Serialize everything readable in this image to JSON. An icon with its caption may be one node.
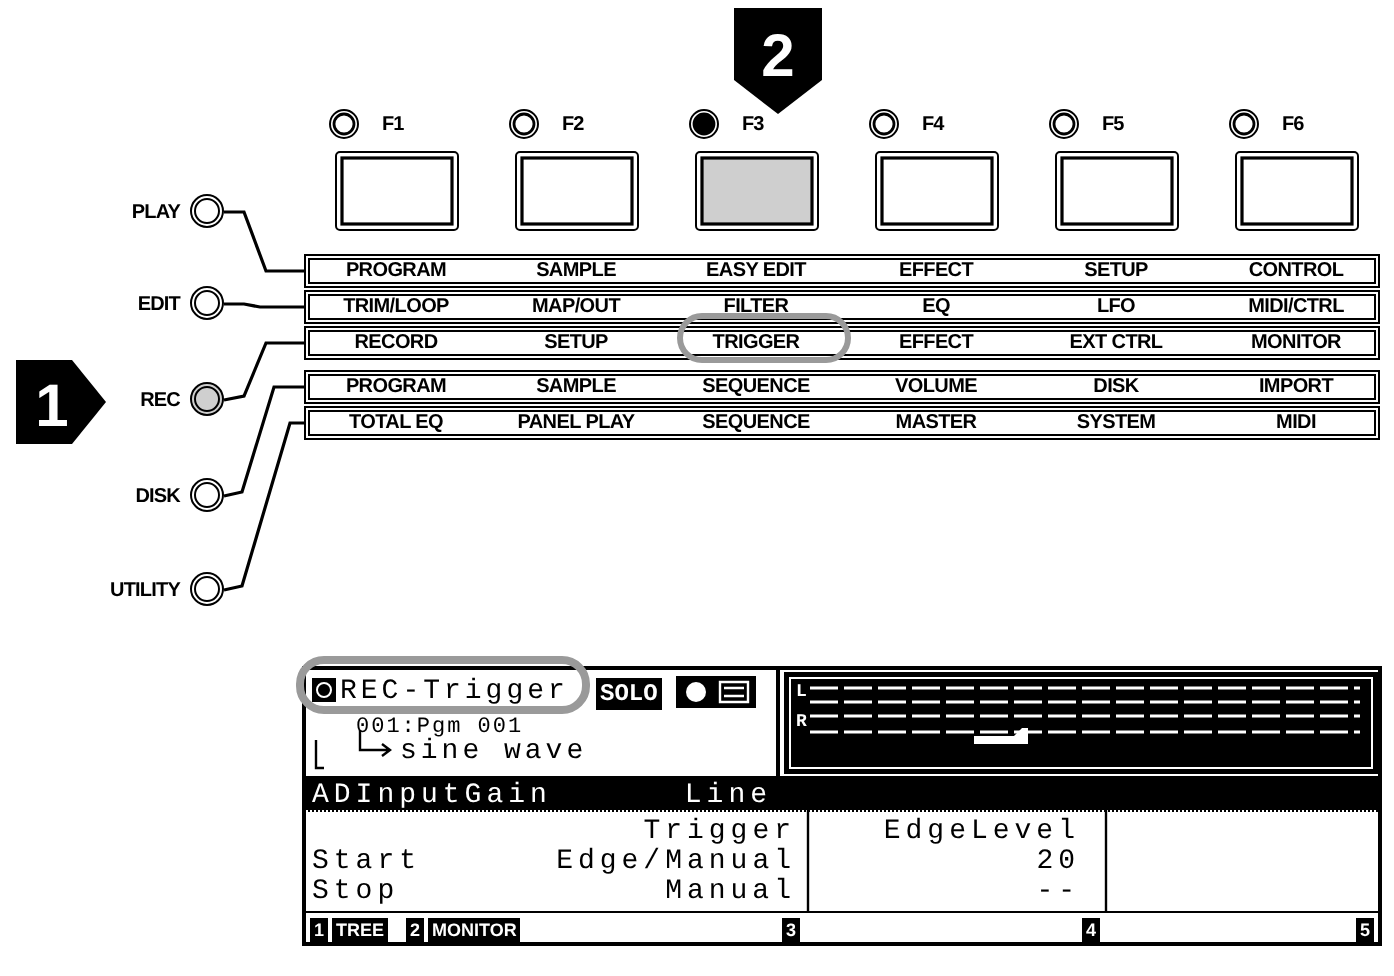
{
  "diagram": {
    "nodes": [
      {
        "text": [
          "PLAY"
        ]
      },
      {
        "text": [
          "EDIT"
        ]
      },
      {
        "text": [
          "REC"
        ]
      },
      {
        "text": [
          "DISK"
        ]
      },
      {
        "text": [
          "UTILITY"
        ]
      },
      {
        "text": [
          "PROGRAM",
          "SAMPLE",
          "EASY EDIT",
          "EFFECT",
          "SETUP",
          "CONTROL"
        ]
      },
      {
        "text": [
          "TRIM/LOOP",
          "MAP/OUT",
          "FILTER",
          "EQ",
          "LFO",
          "MIDI/CTRL"
        ]
      },
      {
        "text": [
          "RECORD",
          "SETUP",
          "TRIGGER",
          "EFFECT",
          "EXT CTRL",
          "MONITOR"
        ]
      },
      {
        "text": [
          "PROGRAM",
          "SAMPLE",
          "SEQUENCE",
          "VOLUME",
          "DISK",
          "IMPORT"
        ]
      },
      {
        "text": [
          "TOTAL EQ",
          "PANEL PLAY",
          "SEQUENCE",
          "MASTER",
          "SYSTEM",
          "MIDI"
        ]
      }
    ],
    "edges": [
      {
        "from": 0,
        "to": 5,
        "arrow": "none"
      },
      {
        "from": 1,
        "to": 6,
        "arrow": "none"
      },
      {
        "from": 2,
        "to": 7,
        "arrow": "none"
      },
      {
        "from": 3,
        "to": 8,
        "arrow": "none"
      },
      {
        "from": 4,
        "to": 9,
        "arrow": "none"
      }
    ],
    "labels": [
      "2",
      "F1",
      "F2",
      "F3",
      "F4",
      "F5",
      "F6",
      "1",
      "REC-Trigger",
      "SOLO",
      "001:Pgm 001",
      "L",
      "R",
      "sine wave",
      "ADInputGain",
      "Line",
      "Trigger",
      "EdgeLevel",
      "Start",
      "Edge/Manual",
      "20",
      "Stop",
      "Manual",
      "--",
      "1",
      "TREE",
      "2",
      "MONITOR",
      "3",
      "4",
      "5"
    ]
  }
}
